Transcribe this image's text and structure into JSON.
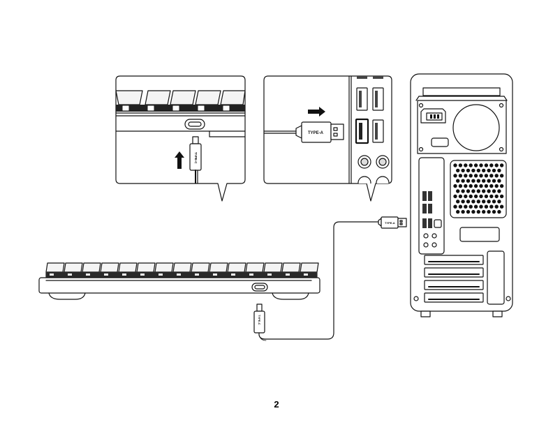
{
  "page": {
    "number": "2"
  },
  "labels": {
    "type_a": "TYPE-A",
    "type_c_cable": "TYPE-C",
    "type_c_keyboard": "TYPE-C",
    "type_a_pc": "TYPE-A"
  },
  "icons": {
    "up_arrow": "arrow-up-icon",
    "right_arrow": "arrow-right-icon"
  }
}
